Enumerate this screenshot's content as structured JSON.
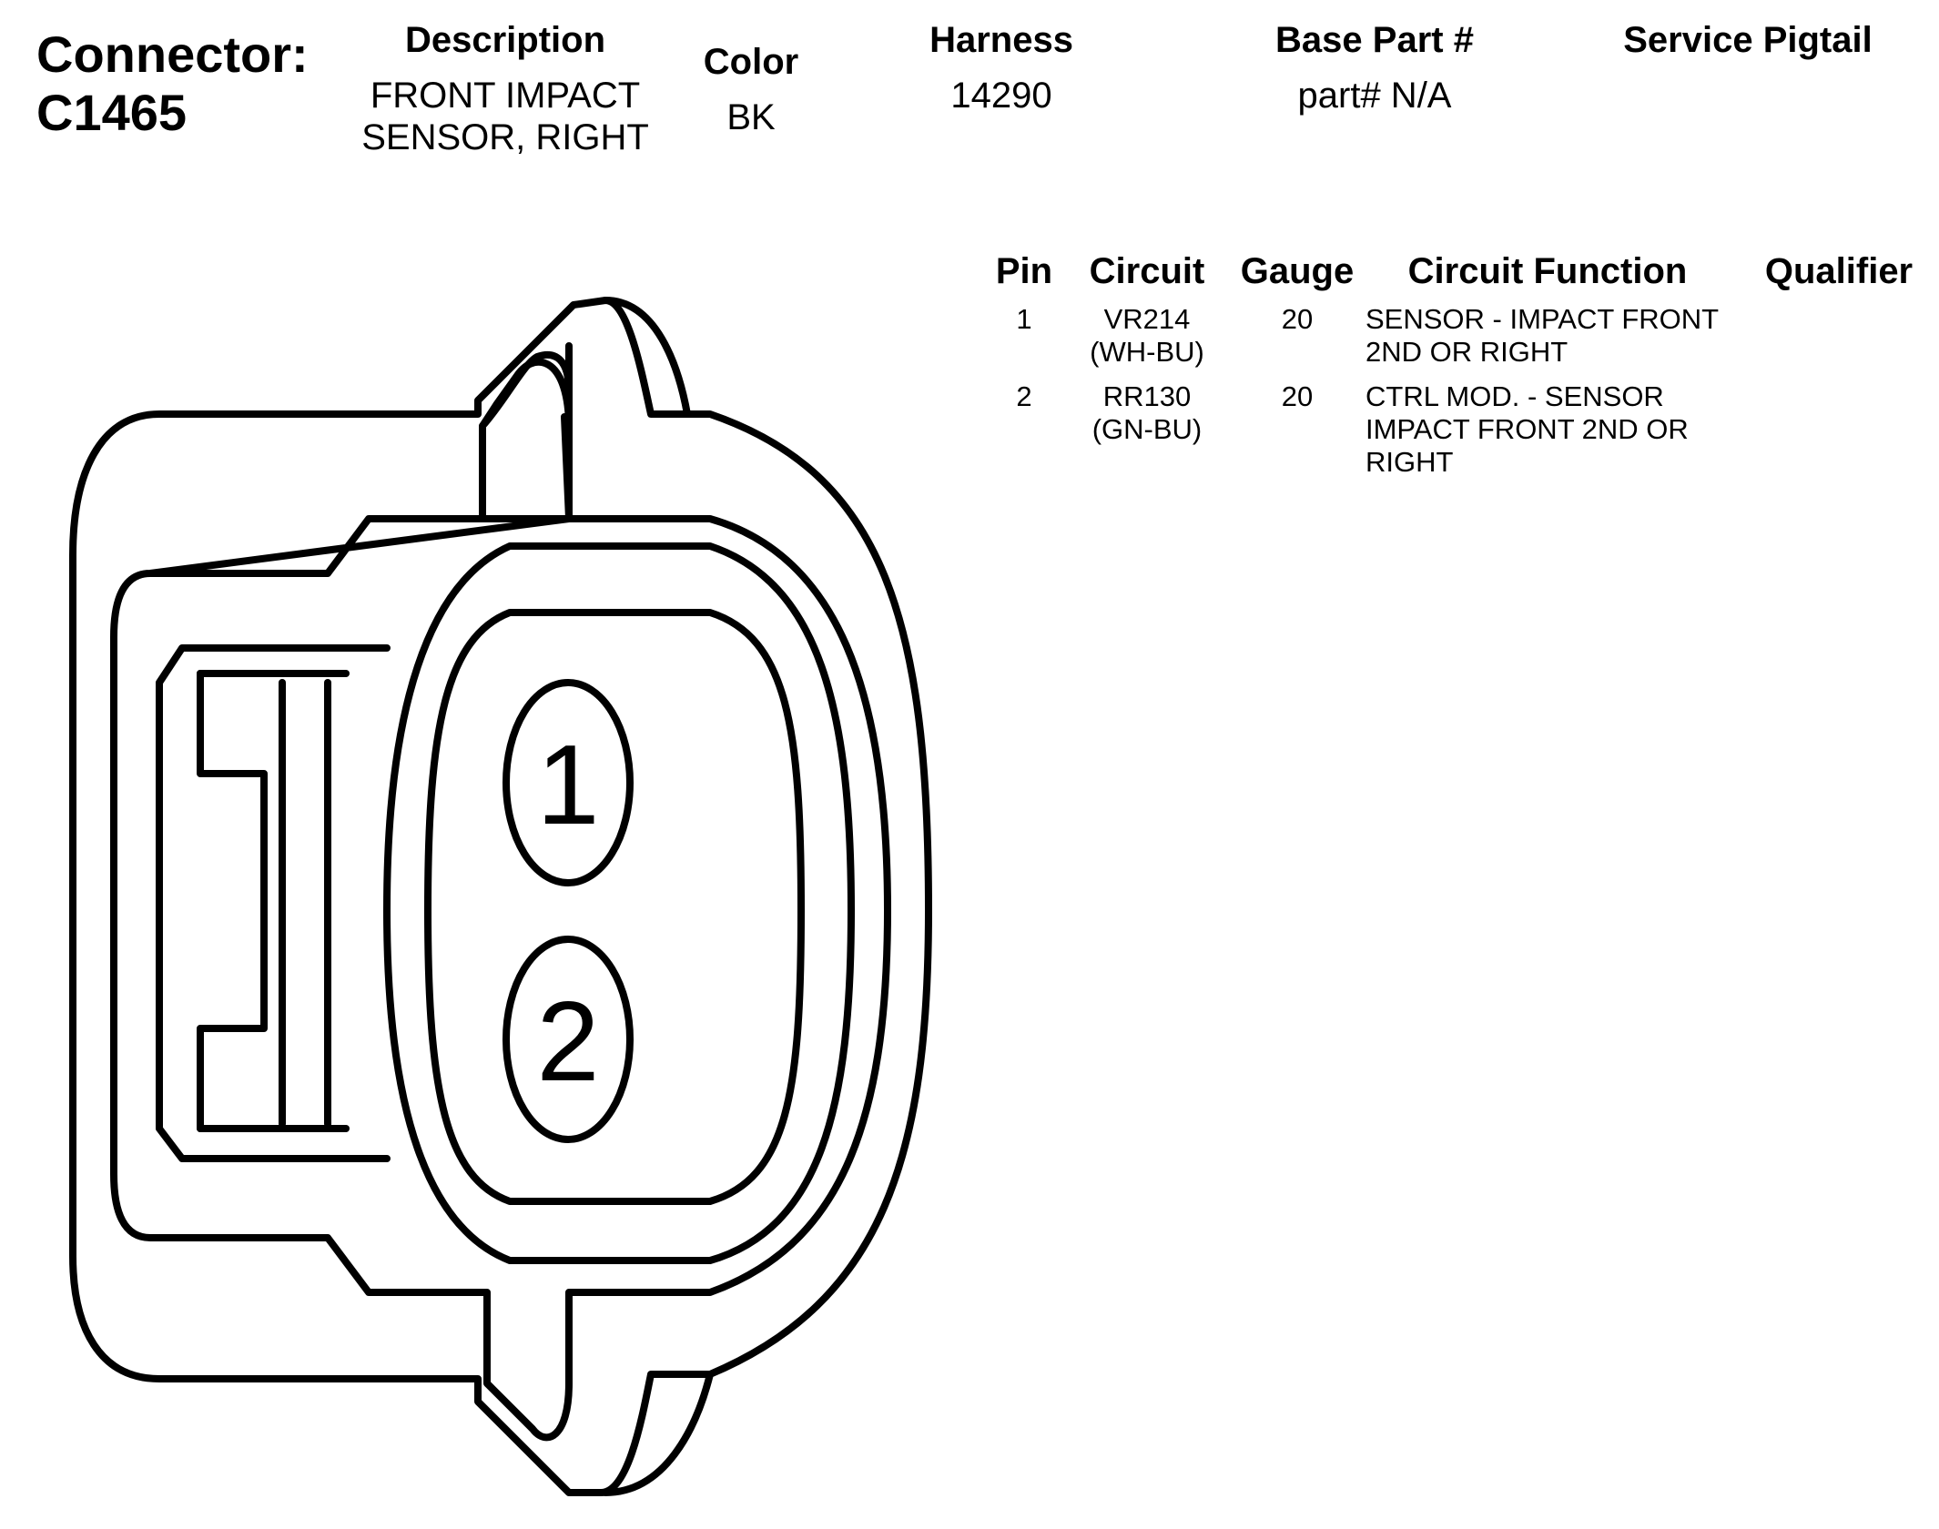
{
  "connector": {
    "label": "Connector:",
    "id": "C1465"
  },
  "header": {
    "description": {
      "label": "Description",
      "lines": [
        "FRONT IMPACT",
        "SENSOR, RIGHT"
      ]
    },
    "color": {
      "label": "Color",
      "value": "BK"
    },
    "harness": {
      "label": "Harness",
      "value": "14290"
    },
    "base_part": {
      "label": "Base Part #",
      "value": "part# N/A"
    },
    "service_pigtail": {
      "label": "Service Pigtail",
      "value": ""
    }
  },
  "pin_table": {
    "columns": [
      "Pin",
      "Circuit",
      "Gauge",
      "Circuit Function",
      "Qualifier"
    ],
    "rows": [
      {
        "pin": "1",
        "circuit": [
          "VR214",
          "(WH-BU)"
        ],
        "gauge": "20",
        "function": [
          "SENSOR - IMPACT FRONT",
          "2ND OR RIGHT"
        ],
        "qualifier": ""
      },
      {
        "pin": "2",
        "circuit": [
          "RR130",
          "(GN-BU)"
        ],
        "gauge": "20",
        "function": [
          "CTRL MOD. - SENSOR",
          "IMPACT FRONT 2ND OR",
          "RIGHT"
        ],
        "qualifier": ""
      }
    ]
  },
  "diagram": {
    "pin_labels": [
      "1",
      "2"
    ],
    "stroke_color": "#000000"
  }
}
